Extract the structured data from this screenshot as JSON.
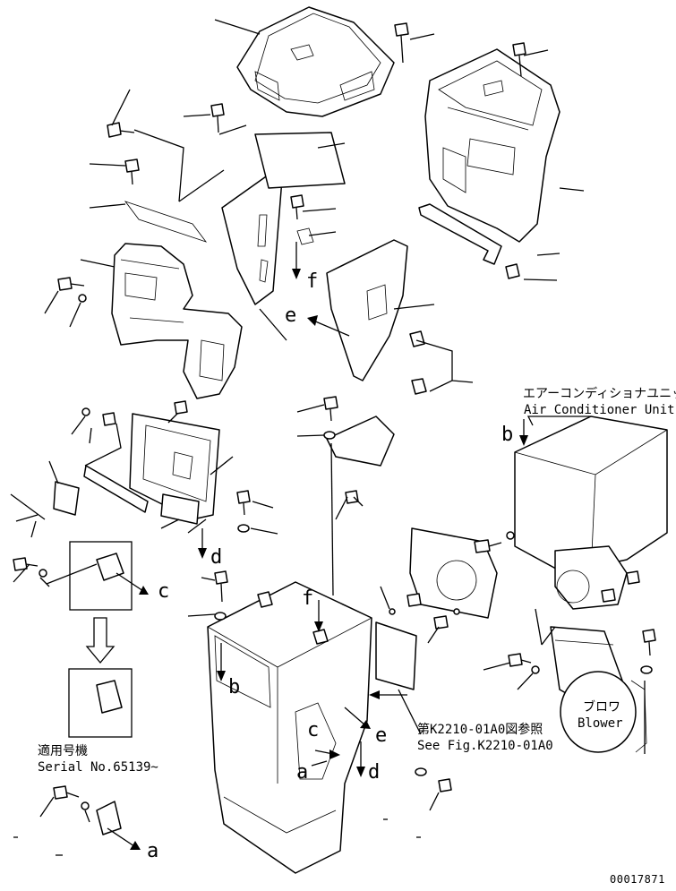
{
  "labels": {
    "air_conditioner_jp": "エアーコンディショナユニット",
    "air_conditioner_en": "Air Conditioner Unit",
    "blower_jp": "ブロワ",
    "blower_en": "Blower",
    "see_fig_jp": "第K2210-01A0図参照",
    "see_fig_en": "See Fig.K2210-01A0",
    "serial_jp": "適用号機",
    "serial_en": "Serial No.65139~",
    "drawing_no": "00017871"
  },
  "refs": {
    "a1": "a",
    "a2": "a",
    "b1": "b",
    "b2": "b",
    "c1": "c",
    "c2": "c",
    "d1": "d",
    "d2": "d",
    "e1": "e",
    "e2": "e",
    "f1": "f",
    "f2": "f"
  }
}
